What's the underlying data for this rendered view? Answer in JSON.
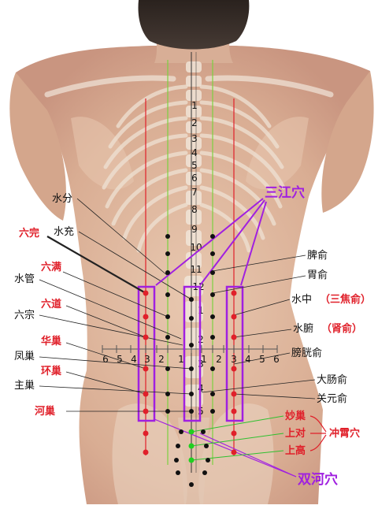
{
  "vertebra_numbers": {
    "thoracic": [
      "1",
      "2",
      "3",
      "4",
      "5",
      "6",
      "7",
      "8",
      "9",
      "10",
      "11",
      "12"
    ],
    "lumbar": [
      "1",
      "2",
      "3",
      "4",
      "5"
    ]
  },
  "ruler": {
    "left": [
      "6",
      "5",
      "4",
      "3",
      "2",
      "1"
    ],
    "right": [
      "1",
      "2",
      "3",
      "4",
      "5",
      "6"
    ]
  },
  "labels_left": {
    "shuifen": "水分",
    "shuichong": "水充",
    "liuwan": "六完",
    "liuman": "六满",
    "shuiguan": "水管",
    "liudao": "六道",
    "liuzong": "六宗",
    "huachao": "华巢",
    "fengchao": "凤巢",
    "huanchao": "环巢",
    "zhuchao": "主巢",
    "hechao": "河巢"
  },
  "labels_right": {
    "sanjiang": "三江穴",
    "pishu": "脾俞",
    "weishu": "胃俞",
    "shuizhong": "水中",
    "sanjiaoshu": "（三焦俞）",
    "shuifu": "水腑",
    "shenshu": "（肾俞）",
    "pangguangshu": "膀胱俞",
    "dachangshu": "大肠俞",
    "guanyuanshu": "关元俞",
    "miaochao": "妙巢",
    "shangdui": "上对",
    "chongxiao": "冲霄穴",
    "shanggao": "上高",
    "shuanghe": "双河穴"
  },
  "colors": {
    "red_label": "#e0202a",
    "purple": "#a020e0",
    "green_point": "#20d020",
    "black_label": "#111111"
  }
}
